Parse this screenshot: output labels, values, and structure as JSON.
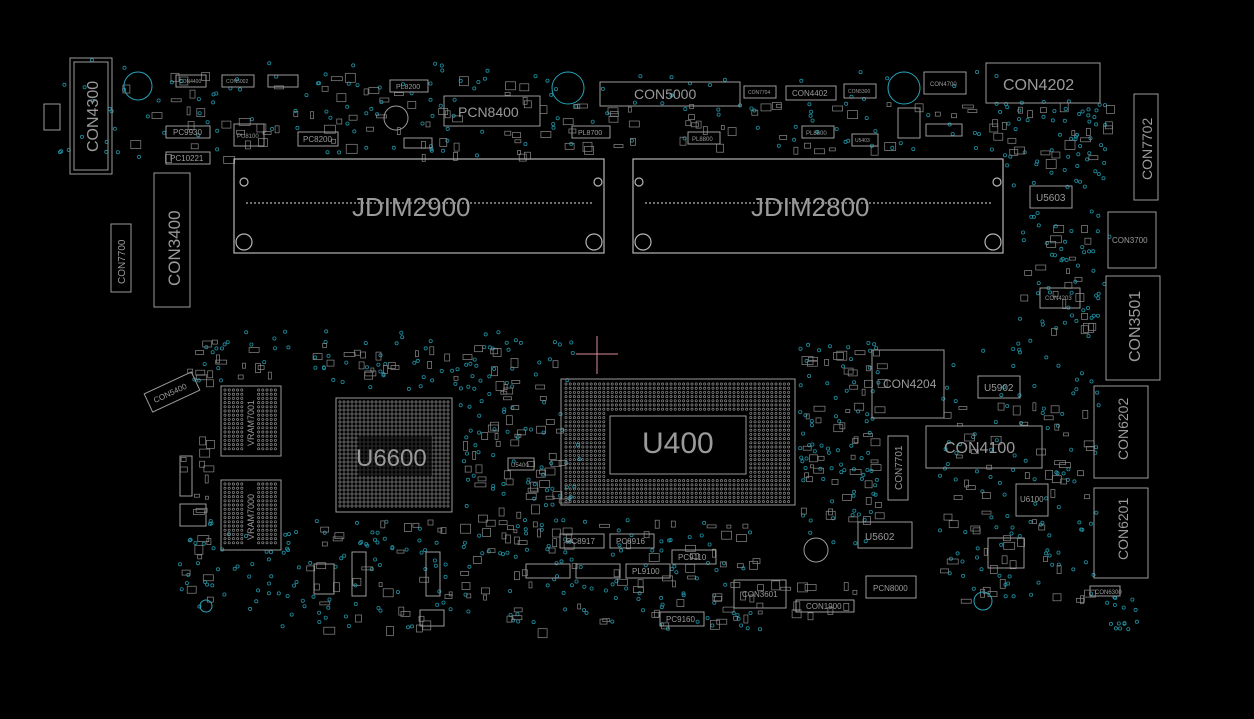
{
  "board": {
    "background": "#000000",
    "silk_color": "#9a9a9a",
    "via_color": "#1f8ea0",
    "cursor_color": "#d98a9a"
  },
  "labels": {
    "jdim_left": "JDIM2900",
    "jdim_right": "JDIM2800",
    "u400": "U400",
    "u6600": "U6600",
    "con4300": "CON4300",
    "con3400": "CON3400",
    "con7700": "CON7700",
    "con5400": "CON5400",
    "vram7001": "VRAM7001",
    "vram7000": "VRAM7000",
    "pcn8400": "PCN8400",
    "con5000": "CON5000",
    "con4202": "CON4202",
    "con7702": "CON7702",
    "u5603": "U5603",
    "con3700": "CON3700",
    "con4203": "CON4203",
    "con3501": "CON3501",
    "con4204": "CON4204",
    "u5902": "U5902",
    "con4100": "CON4100",
    "con6202": "CON6202",
    "con6201": "CON6201",
    "u6100": "U6100",
    "u5602": "U5602",
    "con7701": "CON7701",
    "pcn8000": "PCN8000",
    "con3601": "CON3601",
    "con1900": "CON1900",
    "u5400": "U5400",
    "pc9930": "PC9930",
    "pc10221": "PC10221",
    "pl8200": "PL8200",
    "pc8200": "PC8200",
    "pl8700": "PL8700",
    "pl8800": "PL8800",
    "pl8600": "PL8600",
    "pc8917": "PC8917",
    "pc8916": "PC8916",
    "pc9110": "PC9110",
    "pl9100": "PL9100",
    "pc9160": "PC9160",
    "con4400": "CON4400",
    "con5002": "CON5002",
    "con7704": "CON7704",
    "con4402": "CON4402",
    "con5300": "CON5300",
    "con4700": "CON4700",
    "u5403": "U5403",
    "pu8100": "PU8100",
    "con6300": "CON6300"
  }
}
